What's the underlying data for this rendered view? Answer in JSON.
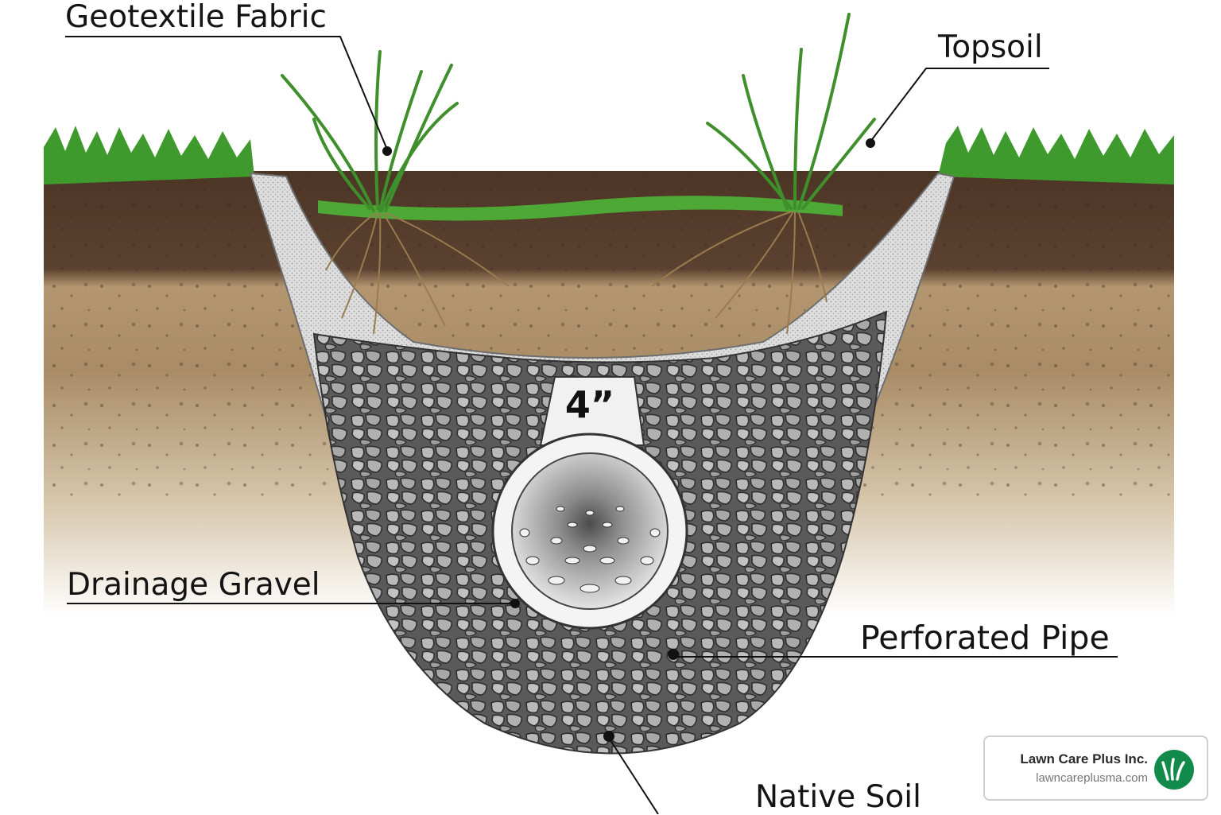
{
  "labels": {
    "geotextile": "Geotextile Fabric",
    "topsoil": "Topsoil",
    "drainage_gravel": "Drainage Gravel",
    "perforated_pipe": "Perforated Pipe",
    "native_soil": "Native Soil"
  },
  "pipe": {
    "size": "4”"
  },
  "brand": {
    "name": "Lawn Care Plus Inc.",
    "url": "lawncareplusma.com",
    "logo_icon": "grass-leaf-icon"
  },
  "colors": {
    "grass": "#3f9a2e",
    "topsoil": "#5b4230",
    "subsoil": "#a98c66",
    "fabric": "#d2d2d2",
    "gravel": "#9a9a9a",
    "brand_green": "#118a4a"
  }
}
